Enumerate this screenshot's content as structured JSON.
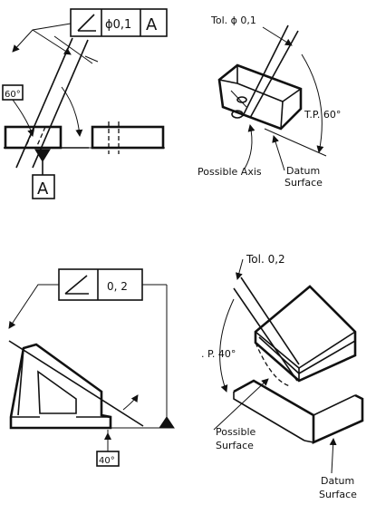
{
  "top_left": {
    "fcf_cell2": "ϕ0,1",
    "fcf_datum": "A",
    "angle_label": "60°",
    "datum_box": "A"
  },
  "top_right": {
    "tolerance": "Tol. ϕ 0,1",
    "tp_angle": "T.P. 60°",
    "possible_axis": "Possible Axis",
    "datum": "Datum",
    "surface": "Surface"
  },
  "bottom_left": {
    "fcf_cell2": "0, 2",
    "angle_box": "40°"
  },
  "bottom_right": {
    "tolerance": "Tol. 0,2",
    "tp_angle": ". P. 40°",
    "possible": "Possible",
    "possible_surface": "Surface",
    "datum": "Datum",
    "surface": "Surface"
  }
}
